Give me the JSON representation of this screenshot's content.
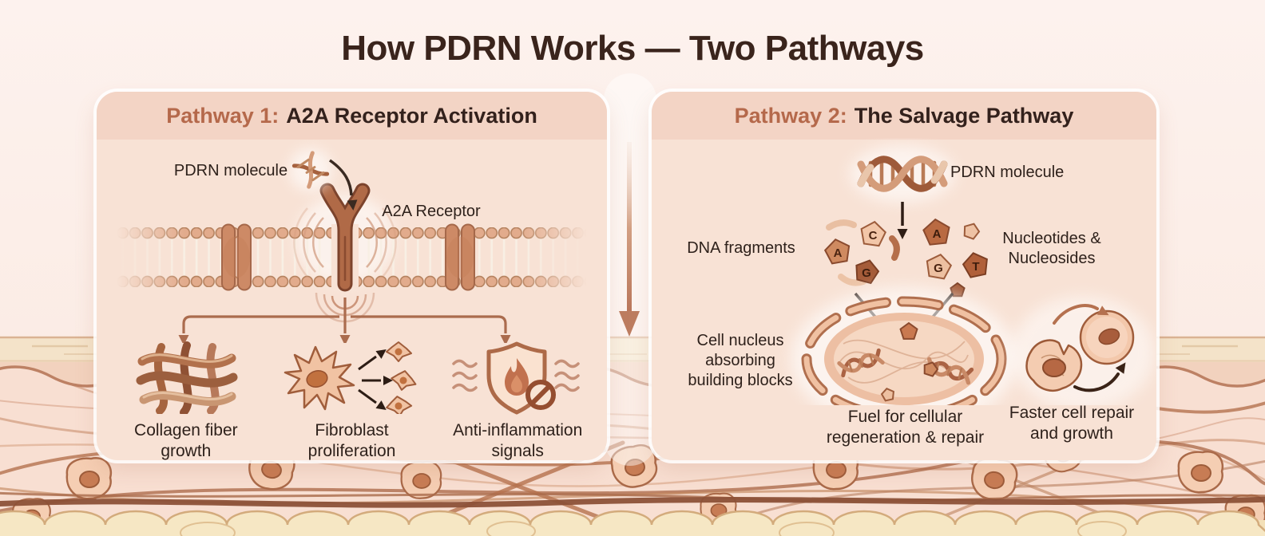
{
  "title": "How PDRN Works — Two Pathways",
  "colors": {
    "accent": "#b5694b",
    "heading_text": "#33211c",
    "title_text": "#3a241c",
    "panel_header_bg": "#f3d4c5",
    "panel_body_bg": "#f8e2d5",
    "copper_arrow": "#ab6c4e",
    "dark_arrow": "#2e1d15",
    "skin_fat": "#f6e7c4",
    "skin_dermis": "#f8dfd2"
  },
  "divider": {
    "icon": "down-arrow-icon"
  },
  "pathway1": {
    "heading_accent": "Pathway 1:",
    "heading_main": "A2A Receptor Activation",
    "pdrn_label": "PDRN molecule",
    "pdrn_icon": "dna-helix-icon",
    "receptor_label": "A2A Receptor",
    "receptor_icon": "y-receptor-icon",
    "membrane_icon": "cell-membrane-icon",
    "outcomes": [
      {
        "icon": "collagen-fibers-icon",
        "label": "Collagen fiber\ngrowth"
      },
      {
        "icon": "fibroblast-proliferation-icon",
        "label": "Fibroblast\nproliferation"
      },
      {
        "icon": "anti-inflammation-shield-icon",
        "label": "Anti-inflammation\nsignals"
      }
    ]
  },
  "pathway2": {
    "heading_accent": "Pathway 2:",
    "heading_main": "The Salvage Pathway",
    "pdrn_label": "PDRN molecule",
    "pdrn_icon": "dna-helix-icon",
    "fragments_label": "DNA fragments",
    "fragments_icon": "dna-fragments-icon",
    "fragment_letters": [
      "C",
      "A",
      "G"
    ],
    "nucleotides_label": "Nucleotides &\nNucleosides",
    "nucleotides_icon": "nucleotide-pentagons-icon",
    "nucleotide_letters": [
      "A",
      "G",
      "T"
    ],
    "nucleus_label": "Cell nucleus\nabsorbing\nbuilding blocks",
    "nucleus_icon": "cell-nucleus-icon",
    "fuel_label": "Fuel for cellular\nregeneration & repair",
    "repair_label": "Faster cell repair\nand growth",
    "repair_icon": "cell-repair-cycle-icon"
  }
}
